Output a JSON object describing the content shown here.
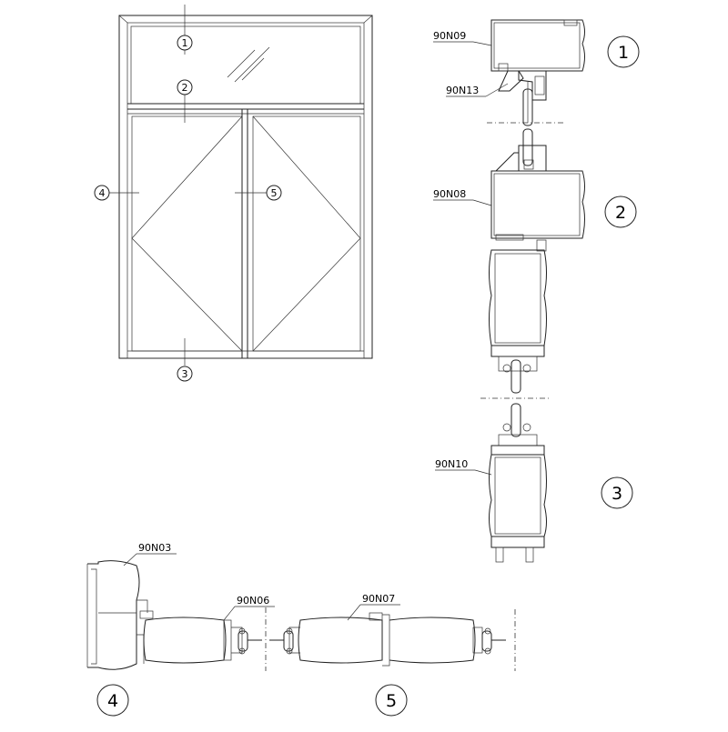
{
  "callouts": {
    "elevation": [
      "1",
      "2",
      "3",
      "4",
      "5"
    ],
    "section_1": "1",
    "section_2": "2",
    "section_3": "3",
    "section_4": "4",
    "section_5": "5"
  },
  "profiles": {
    "p1": "90N09",
    "p2": "90N13",
    "p3": "90N08",
    "p4": "90N10",
    "p5": "90N03",
    "p6": "90N06",
    "p7": "90N07"
  }
}
